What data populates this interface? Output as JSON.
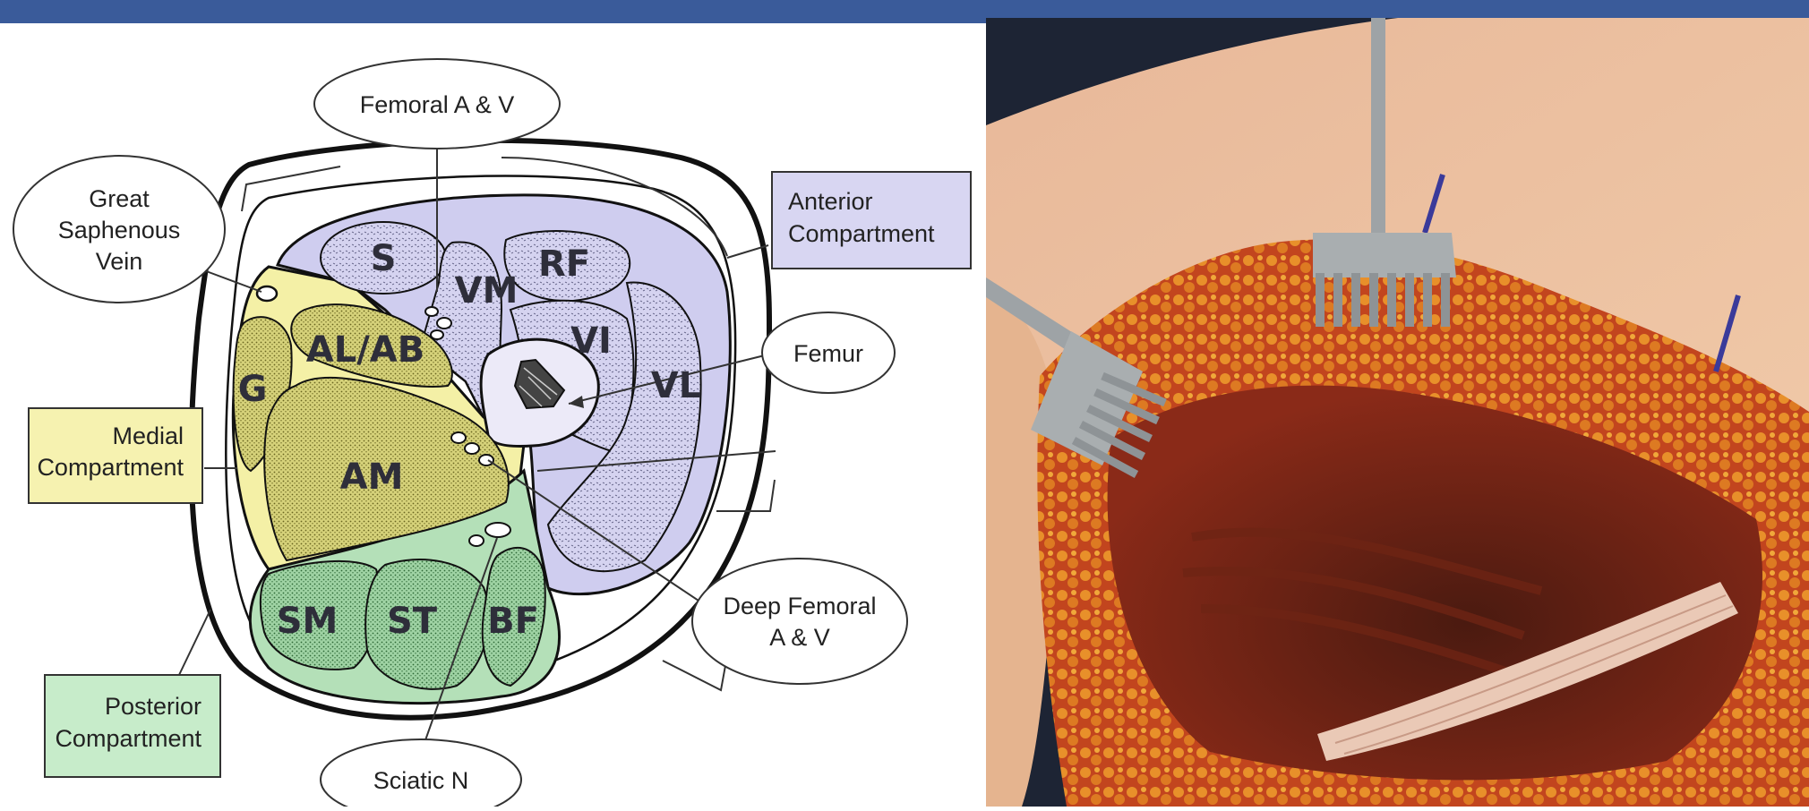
{
  "diagram": {
    "callouts": {
      "femoral": "Femoral A & V",
      "saphenous": [
        "Great",
        "Saphenous",
        "Vein"
      ],
      "anterior": [
        "Anterior",
        "Compartment"
      ],
      "femur": "Femur",
      "medial": [
        "Medial",
        "Compartment"
      ],
      "posterior": [
        "Posterior",
        "Compartment"
      ],
      "deep_femoral": [
        "Deep Femoral",
        "A & V"
      ],
      "sciatic": "Sciatic N"
    },
    "muscles": {
      "s": "S",
      "rf": "RF",
      "vm": "VM",
      "vi": "VI",
      "vl": "VL",
      "al_ab": "AL/AB",
      "g": "G",
      "am": "AM",
      "sm": "SM",
      "st": "ST",
      "bf": "BF"
    },
    "colors": {
      "anterior": "#cfcdef",
      "medial": "#f4f0a6",
      "posterior": "#b4e0b8",
      "header_bar": "#3a5b9a"
    }
  },
  "photo": {
    "subject": "intraoperative thigh surgical field with two retractors"
  }
}
